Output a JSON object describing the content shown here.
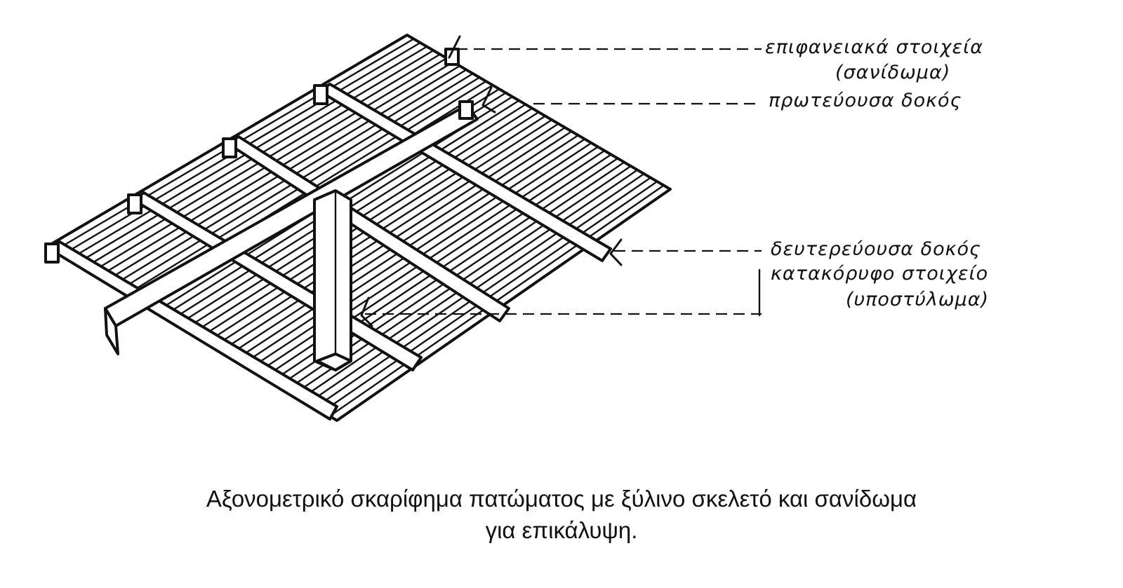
{
  "labels": {
    "surface_line1": "επιφανειακά στοιχεία",
    "surface_line2": "(σανίδωμα)",
    "primary_beam": "πρωτεύουσα δοκός",
    "secondary_beam": "δευτερεύουσα δοκός",
    "vertical_line1": "κατακόρυφο στοιχείο",
    "vertical_line2": "(υποστύλωμα)"
  },
  "caption": {
    "line1": "Αξονομετρικό σκαρίφημα πατώματος με ξύλινο σκελετό και σανίδωμα",
    "line2": "για  επικάλυψη."
  }
}
